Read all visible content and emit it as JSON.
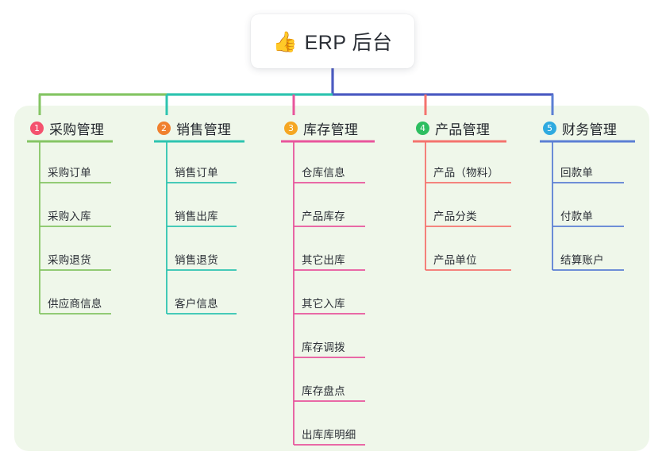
{
  "root": {
    "icon": "thumbs-up-icon",
    "emoji": "👍",
    "title": "ERP 后台"
  },
  "theme": {
    "panel_bg": "#eff7ea",
    "page_bg": "#ffffff",
    "root_text": "#2b2f36",
    "trunk_color": "#4b5bc2"
  },
  "columns": [
    {
      "number": "1",
      "title": "采购管理",
      "badge_color": "#f4526e",
      "line_color": "#85c564",
      "items": [
        "采购订单",
        "采购入库",
        "采购退货",
        "供应商信息"
      ]
    },
    {
      "number": "2",
      "title": "销售管理",
      "badge_color": "#f0802e",
      "line_color": "#2ec4b0",
      "items": [
        "销售订单",
        "销售出库",
        "销售退货",
        "客户信息"
      ]
    },
    {
      "number": "3",
      "title": "库存管理",
      "badge_color": "#f5a623",
      "line_color": "#e8559c",
      "items": [
        "仓库信息",
        "产品库存",
        "其它出库",
        "其它入库",
        "库存调拨",
        "库存盘点",
        "出库库明细"
      ]
    },
    {
      "number": "4",
      "title": "产品管理",
      "badge_color": "#2dbe60",
      "line_color": "#f4736e",
      "items": [
        "产品（物料）",
        "产品分类",
        "产品单位"
      ]
    },
    {
      "number": "5",
      "title": "财务管理",
      "badge_color": "#2eaae0",
      "line_color": "#5b7fd4",
      "items": [
        "回款单",
        "付款单",
        "结算账户"
      ]
    }
  ],
  "connector_segments": [
    {
      "name": "bus-left-green",
      "color": "#85c564"
    },
    {
      "name": "bus-mid-teal",
      "color": "#2ec4b0"
    },
    {
      "name": "bus-right-blue",
      "color": "#4b5bc2"
    }
  ]
}
